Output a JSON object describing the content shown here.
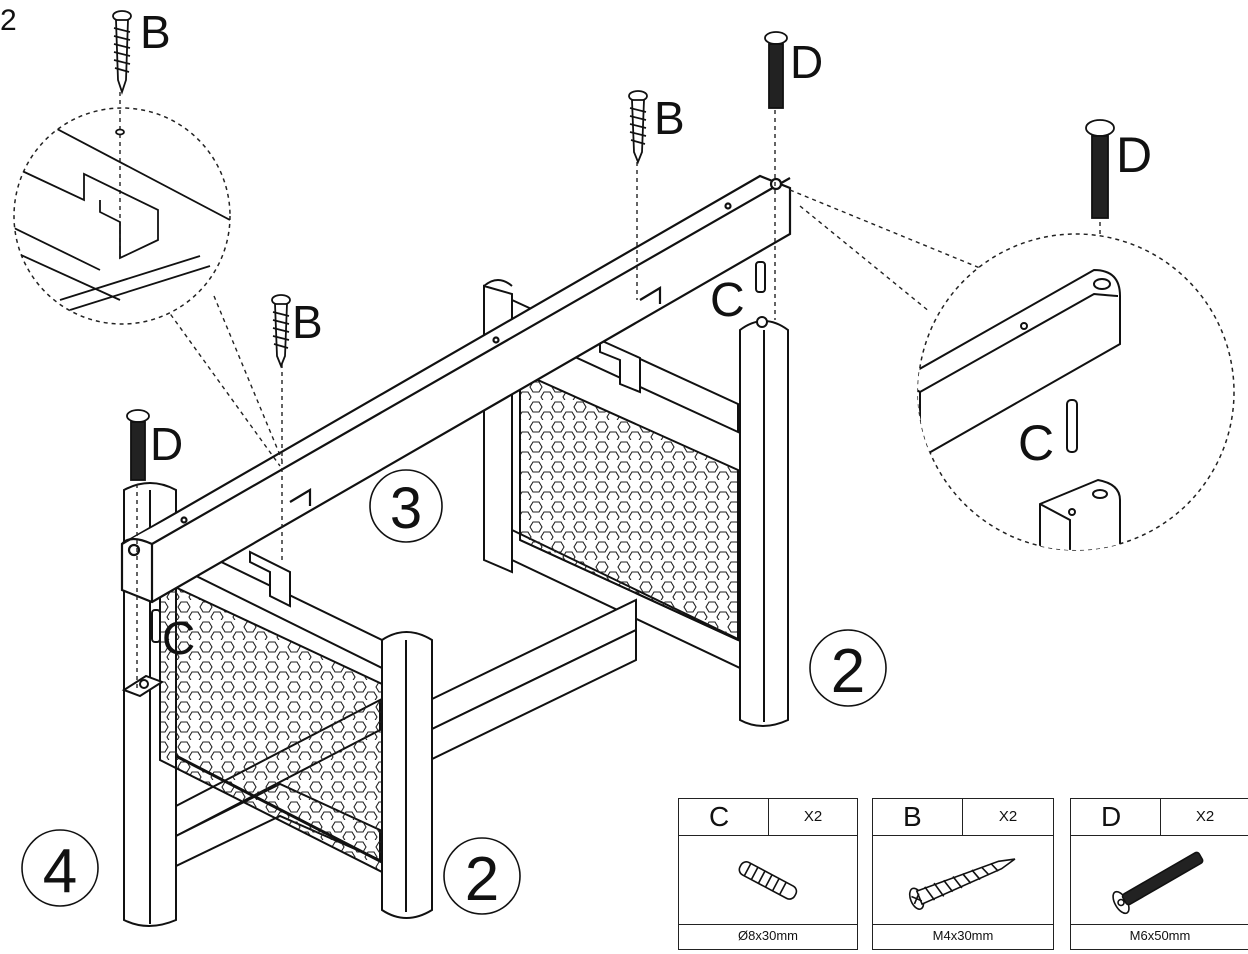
{
  "step_number": "2",
  "callouts": {
    "screw_b": "B",
    "screw_d": "D",
    "dowel_c": "C"
  },
  "part_numbers": {
    "top_rail": "3",
    "side_panel_right": "2",
    "side_panel_left": "2",
    "front_leg": "4"
  },
  "hardware": [
    {
      "letter": "C",
      "qty": "X2",
      "size": "Ø8x30mm",
      "icon": "dowel-icon"
    },
    {
      "letter": "B",
      "qty": "X2",
      "size": "M4x30mm",
      "icon": "wood-screw-icon"
    },
    {
      "letter": "D",
      "qty": "X2",
      "size": "M6x50mm",
      "icon": "bolt-icon"
    }
  ]
}
